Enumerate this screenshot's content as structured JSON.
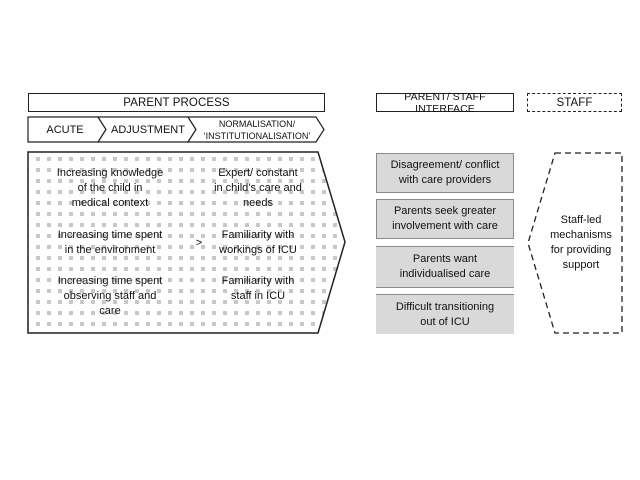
{
  "parent_process": {
    "title": "PARENT PROCESS",
    "phases": [
      "ACUTE",
      "ADJUSTMENT",
      "NORMALISATION/\n‘INSTITUTIONALISATION’"
    ],
    "left_items": [
      "Increasing knowledge\nof the child in\nmedical context",
      "Increasing time spent\nin the environment",
      "Increasing time spent\nobserving staff and\ncare"
    ],
    "separator": ">",
    "right_items": [
      "Expert/ constant\nin child’s care and\nneeds",
      "Familiarity with\nworkings of ICU",
      "Familiarity with\nstaff in ICU"
    ]
  },
  "interface": {
    "title": "PARENT/ STAFF INTERFACE",
    "items": [
      "Disagreement/ conflict\nwith care providers",
      "Parents seek greater\ninvolvement with care",
      "Parents want\nindividualised care",
      "Difficult transitioning\nout of ICU"
    ]
  },
  "staff": {
    "title": "STAFF",
    "text": "Staff-led\nmechanisms\nfor providing\nsupport"
  },
  "colors": {
    "border": "#222222",
    "gray_fill": "#d9d9d9",
    "dot": "#c8c8c8"
  }
}
